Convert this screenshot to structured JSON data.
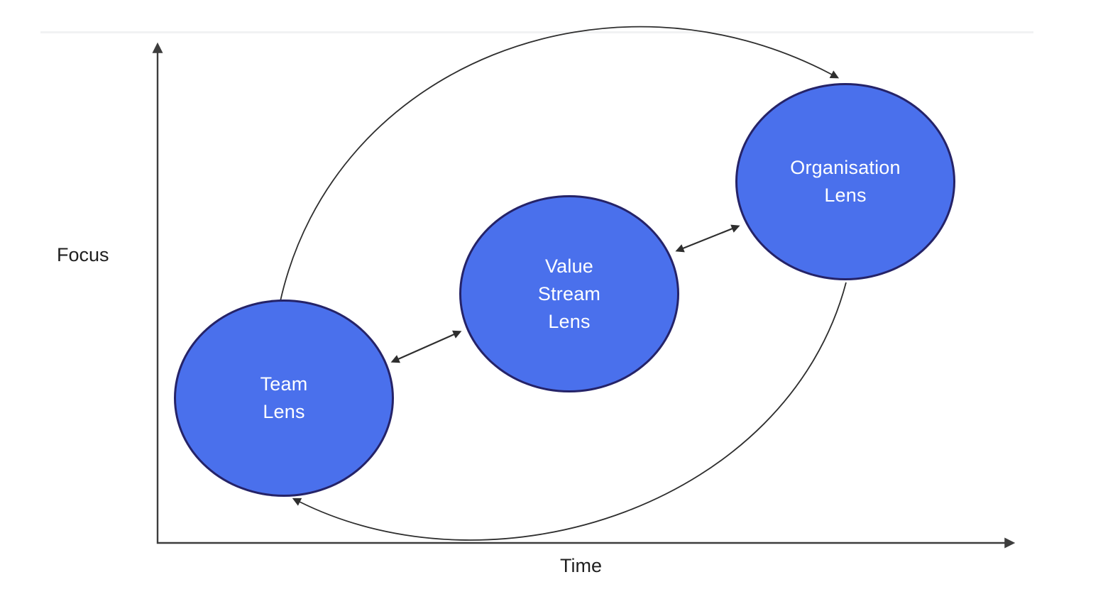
{
  "diagram": {
    "type": "cycle-diagram",
    "y_axis_label": "Focus",
    "x_axis_label": "Time",
    "nodes": [
      {
        "id": "team-lens",
        "label": "Team\nLens"
      },
      {
        "id": "value-stream-lens",
        "label": "Value\nStream\nLens"
      },
      {
        "id": "organisation-lens",
        "label": "Organisation\nLens"
      }
    ],
    "edges": [
      {
        "from": "team-lens",
        "to": "value-stream-lens",
        "bidirectional": true,
        "style": "straight"
      },
      {
        "from": "value-stream-lens",
        "to": "organisation-lens",
        "bidirectional": true,
        "style": "straight"
      },
      {
        "from": "team-lens",
        "to": "organisation-lens",
        "bidirectional": false,
        "style": "curved-over-top"
      },
      {
        "from": "organisation-lens",
        "to": "team-lens",
        "bidirectional": false,
        "style": "curved-under-bottom"
      }
    ],
    "colors": {
      "node_fill": "#4a70ec",
      "node_border": "#252368",
      "node_text": "#ffffff",
      "arrow": "#2e2e2e",
      "axis": "#3d3d3d",
      "axis_text": "#1f1f1f"
    }
  }
}
